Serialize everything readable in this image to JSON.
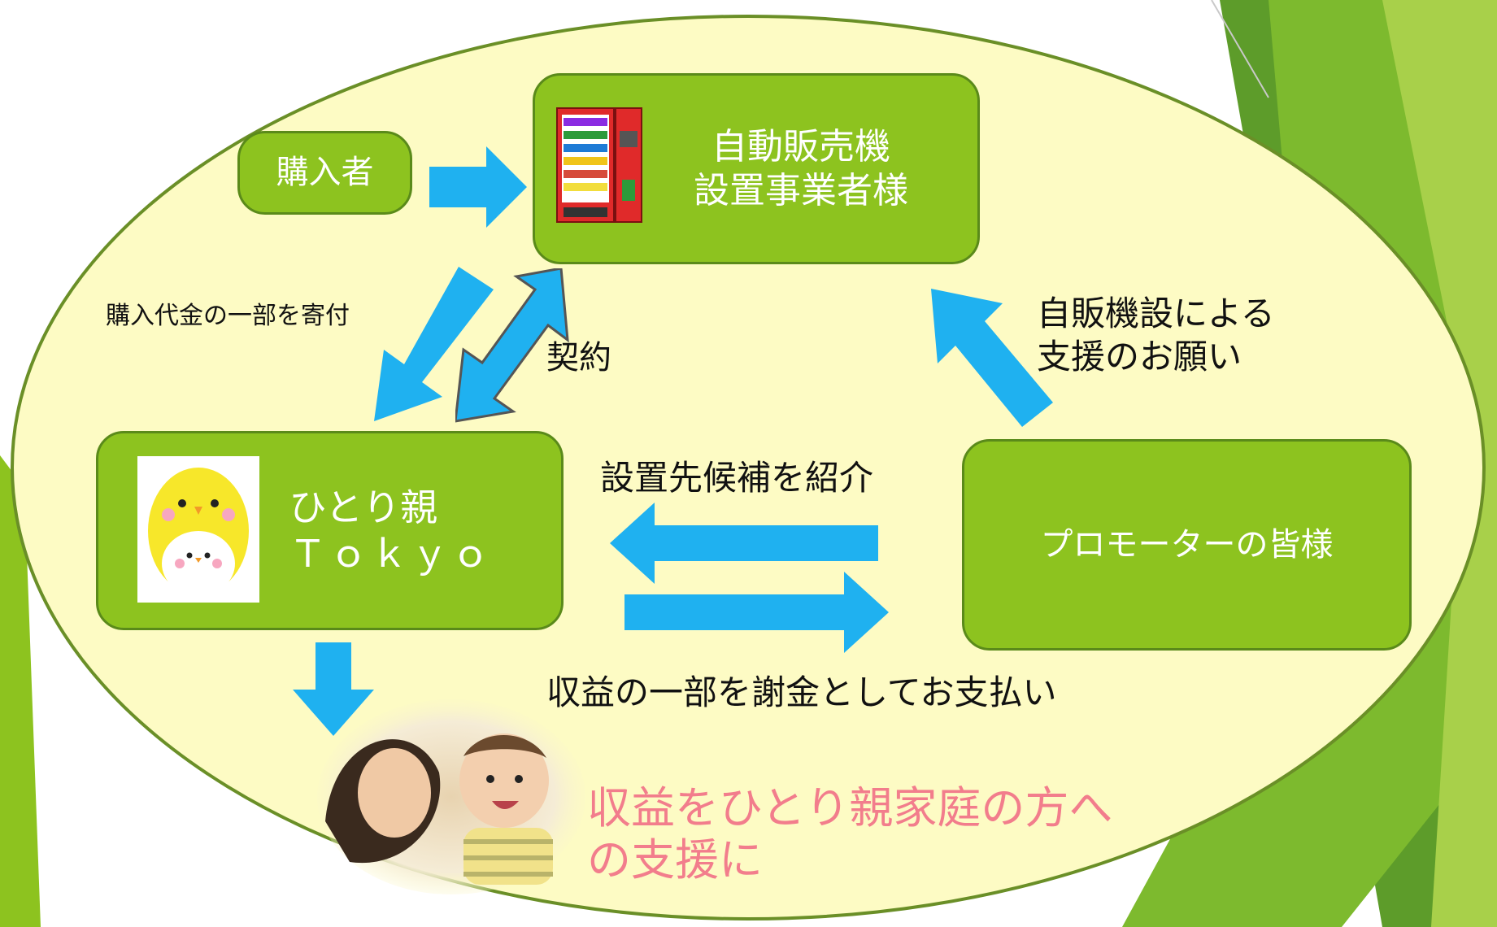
{
  "colors": {
    "ellipse_fill": "#fdfbc4",
    "ellipse_stroke": "#6a8f27",
    "box_fill": "#8dc31f",
    "box_stroke": "#5a8a1a",
    "arrow": "#1fb1f0",
    "highlight_text": "#f27d8c",
    "background_greens": [
      "#5d9c2a",
      "#7dba2e",
      "#a8d04a"
    ]
  },
  "boxes": {
    "buyer": "購入者",
    "vendor_line1": "自動販売機",
    "vendor_line2": "設置事業者様",
    "hitorioya_line1": "ひとり親",
    "hitorioya_line2": "Ｔｏｋｙｏ",
    "promoters": "プロモーターの皆様"
  },
  "labels": {
    "donation": "購入代金の一部を寄付",
    "contract": "契約",
    "request_line1": "自販機設による",
    "request_line2": "支援のお願い",
    "introduce": "設置先候補を紹介",
    "reward": "収益の一部を謝金としてお支払い",
    "goal_line1": "収益をひとり親家庭の方へ",
    "goal_line2": "の支援に"
  },
  "icons": {
    "vendor": "vending-machine-icon",
    "mascot": "chick-mascot-icon",
    "photo": "mother-and-baby-photo"
  }
}
